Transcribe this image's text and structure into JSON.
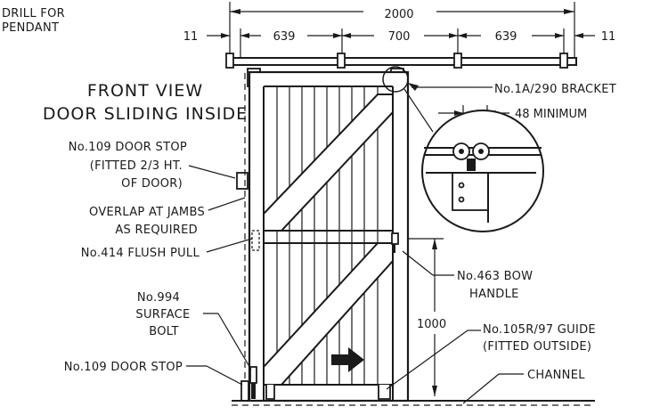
{
  "dimensions": {
    "overall": "2000",
    "left_end": "11",
    "left_span": "639",
    "center_span": "700",
    "right_span": "639",
    "right_end": "11",
    "min_clearance": "48 MINIMUM",
    "handle_height": "1000"
  },
  "view_title": {
    "line1": "FRONT VIEW",
    "line2": "DOOR SLIDING INSIDE"
  },
  "labels": {
    "drill_line1": "DRILL FOR",
    "drill_line2": "PENDANT",
    "bracket": "No.1A/290 BRACKET",
    "door_stop_top_1": "No.109 DOOR STOP",
    "door_stop_top_2": "(FITTED 2/3 HT.",
    "door_stop_top_3": "OF DOOR)",
    "overlap_1": "OVERLAP AT JAMBS",
    "overlap_2": "AS REQUIRED",
    "flush_pull": "No.414 FLUSH PULL",
    "bow_handle_1": "No.463 BOW",
    "bow_handle_2": "HANDLE",
    "surface_bolt_1": "No.994",
    "surface_bolt_2": "SURFACE",
    "surface_bolt_3": "BOLT",
    "guide_1": "No.105R/97 GUIDE",
    "guide_2": "(FITTED OUTSIDE)",
    "door_stop_bottom": "No.109 DOOR STOP",
    "channel": "CHANNEL"
  }
}
